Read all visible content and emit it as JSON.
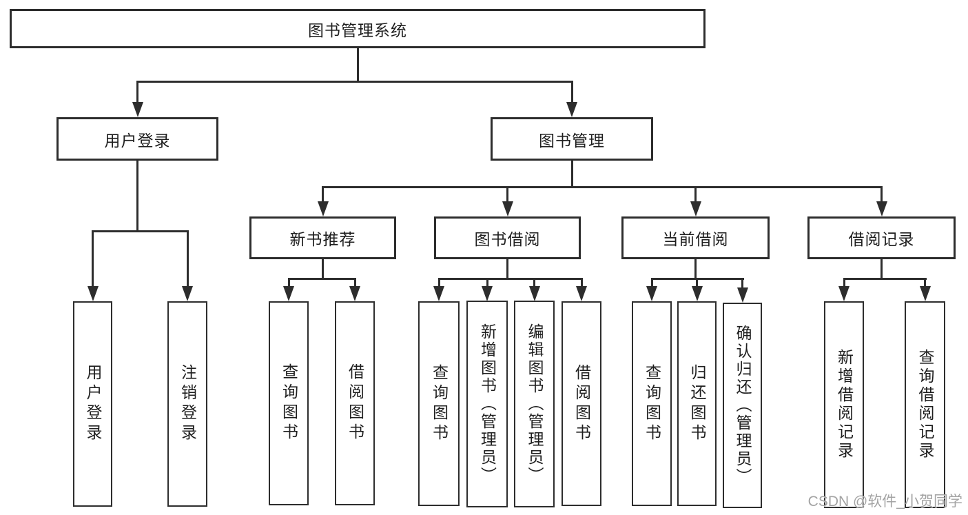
{
  "diagram": {
    "title": "图书管理系统",
    "colors": {
      "line": "#2d2d2d",
      "text": "#1f1f1f",
      "bg": "#ffffff",
      "wm": "#a3a3a3"
    },
    "nodes": {
      "root": {
        "label": "图书管理系统"
      },
      "user_login": {
        "label": "用户登录"
      },
      "book_management": {
        "label": "图书管理"
      },
      "new_book_recommend": {
        "label": "新书推荐"
      },
      "book_borrow": {
        "label": "图书借阅"
      },
      "current_borrow": {
        "label": "当前借阅"
      },
      "borrow_records": {
        "label": "借阅记录"
      },
      "user_login_leaf": {
        "label": "用户登录"
      },
      "logout_leaf": {
        "label": "注销登录"
      },
      "rec_query": {
        "label": "查询图书"
      },
      "rec_borrow": {
        "label": "借阅图书"
      },
      "bb_query": {
        "label": "查询图书"
      },
      "bb_add": {
        "label": "新增图书（管理员）"
      },
      "bb_edit": {
        "label": "编辑图书（管理员）"
      },
      "bb_borrow": {
        "label": "借阅图书"
      },
      "cb_query": {
        "label": "查询图书"
      },
      "cb_return": {
        "label": "归还图书"
      },
      "cb_confirm": {
        "label": "确认归还（管理员）"
      },
      "br_add": {
        "label": "新增借阅记录"
      },
      "br_query": {
        "label": "查询借阅记录"
      }
    },
    "edges": [
      {
        "from": "root",
        "to": [
          "user_login",
          "book_management"
        ]
      },
      {
        "from": "user_login",
        "to": [
          "user_login_leaf",
          "logout_leaf"
        ]
      },
      {
        "from": "book_management",
        "to": [
          "new_book_recommend",
          "book_borrow",
          "current_borrow",
          "borrow_records"
        ]
      },
      {
        "from": "new_book_recommend",
        "to": [
          "rec_query",
          "rec_borrow"
        ]
      },
      {
        "from": "book_borrow",
        "to": [
          "bb_query",
          "bb_add",
          "bb_edit",
          "bb_borrow"
        ]
      },
      {
        "from": "current_borrow",
        "to": [
          "cb_query",
          "cb_return",
          "cb_confirm"
        ]
      },
      {
        "from": "borrow_records",
        "to": [
          "br_add",
          "br_query"
        ]
      }
    ],
    "watermark": "CSDN @软件_小贺同学"
  }
}
